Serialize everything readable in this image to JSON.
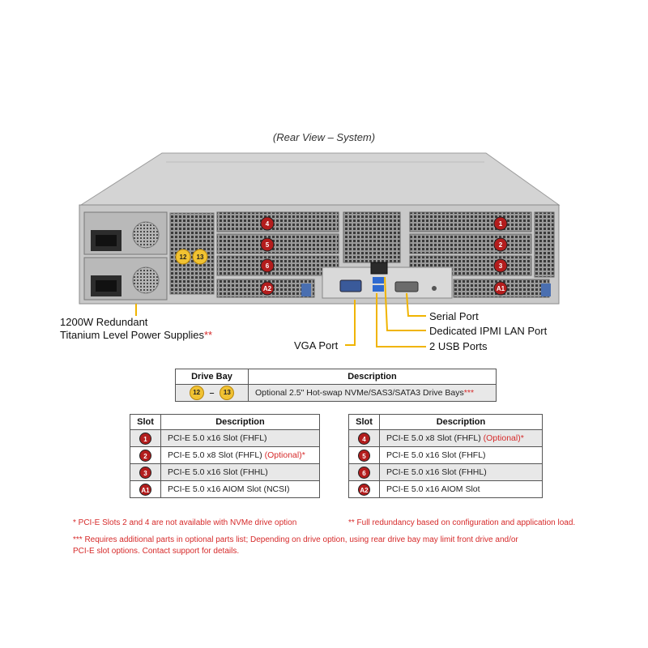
{
  "caption": "(Rear View – System)",
  "callouts": {
    "power_supply_line1": "1200W Redundant",
    "power_supply_line2": "Titanium  Level  Power Supplies",
    "power_supply_star": "**",
    "vga_port": "VGA Port",
    "serial_port": "Serial Port",
    "ipmi_lan_port": "Dedicated IPMI  LAN Port",
    "usb_ports": "2 USB Ports"
  },
  "chassis_badges": {
    "drive_bay_a": "12",
    "drive_bay_b": "13",
    "slot_1": "1",
    "slot_2": "2",
    "slot_3": "3",
    "slot_4": "4",
    "slot_5": "5",
    "slot_6": "6",
    "slot_a1": "A1",
    "slot_a2": "A2"
  },
  "colors": {
    "badge_red": "#b31d1d",
    "badge_yellow": "#f1c232",
    "leader_line": "#f0b400",
    "note_red": "#d62a2a"
  },
  "drive_table": {
    "headers": [
      "Drive Bay",
      "Description"
    ],
    "row": {
      "bay_from": "12",
      "bay_sep": "–",
      "bay_to": "13",
      "description": "Optional  2.5\" Hot-swap  NVMe/SAS3/SATA3  Drive  Bays",
      "star": "***"
    }
  },
  "slot_table_left": {
    "headers": [
      "Slot",
      "Description"
    ],
    "rows": [
      {
        "slot": "1",
        "description": "PCI-E  5.0 x16 Slot (FHFL)",
        "note": ""
      },
      {
        "slot": "2",
        "description": "PCI-E  5.0 x8 Slot (FHFL)",
        "note": "(Optional)*"
      },
      {
        "slot": "3",
        "description": "PCI-E  5.0 x16 Slot (FHHL)",
        "note": ""
      },
      {
        "slot": "A1",
        "description": "PCI-E  5.0 x16 AIOM Slot (NCSI)",
        "note": ""
      }
    ]
  },
  "slot_table_right": {
    "headers": [
      "Slot",
      "Description"
    ],
    "rows": [
      {
        "slot": "4",
        "description": "PCI-E  5.0 x8 Slot (FHFL)",
        "note": "(Optional)*"
      },
      {
        "slot": "5",
        "description": "PCI-E  5.0 x16 Slot (FHFL)",
        "note": ""
      },
      {
        "slot": "6",
        "description": "PCI-E  5.0 x16 Slot (FHHL)",
        "note": ""
      },
      {
        "slot": "A2",
        "description": "PCI-E  5.0 x16 AIOM Slot",
        "note": ""
      }
    ]
  },
  "notes": {
    "note_1": "*  PCI-E  Slots 2 and 4 are not available  with  NVMe drive  option",
    "note_2": "**  Full redundancy  based on configuration  and application load.",
    "note_3_line1": "*** Requires  additional parts in optional parts list; Depending on drive  option, using rear drive  bay may limit front drive  and/or",
    "note_3_line2": "PCI-E  slot options. Contact support for details."
  }
}
